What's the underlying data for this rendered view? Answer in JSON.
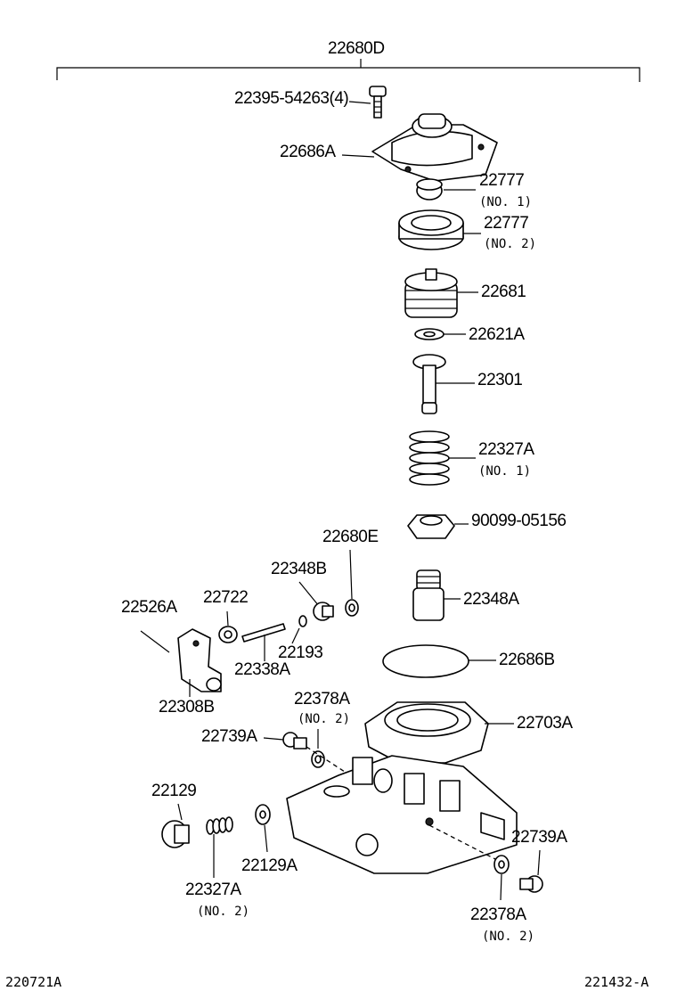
{
  "assembly": {
    "number": "22680D"
  },
  "parts": [
    {
      "id": "p1",
      "number": "22395-54263(4)",
      "qualifier": ""
    },
    {
      "id": "p2",
      "number": "22686A",
      "qualifier": ""
    },
    {
      "id": "p3",
      "number": "22777",
      "qualifier": "(NO. 1)"
    },
    {
      "id": "p4",
      "number": "22777",
      "qualifier": "(NO. 2)"
    },
    {
      "id": "p5",
      "number": "22681",
      "qualifier": ""
    },
    {
      "id": "p6",
      "number": "22621A",
      "qualifier": ""
    },
    {
      "id": "p7",
      "number": "22301",
      "qualifier": ""
    },
    {
      "id": "p8",
      "number": "22327A",
      "qualifier": "(NO. 1)"
    },
    {
      "id": "p9",
      "number": "90099-05156",
      "qualifier": ""
    },
    {
      "id": "p10",
      "number": "22680E",
      "qualifier": ""
    },
    {
      "id": "p11",
      "number": "22348B",
      "qualifier": ""
    },
    {
      "id": "p12",
      "number": "22348A",
      "qualifier": ""
    },
    {
      "id": "p13",
      "number": "22526A",
      "qualifier": ""
    },
    {
      "id": "p14",
      "number": "22722",
      "qualifier": ""
    },
    {
      "id": "p15",
      "number": "22193",
      "qualifier": ""
    },
    {
      "id": "p16",
      "number": "22338A",
      "qualifier": ""
    },
    {
      "id": "p17",
      "number": "22686B",
      "qualifier": ""
    },
    {
      "id": "p18",
      "number": "22308B",
      "qualifier": ""
    },
    {
      "id": "p19",
      "number": "22378A",
      "qualifier": "(NO. 2)"
    },
    {
      "id": "p20",
      "number": "22703A",
      "qualifier": ""
    },
    {
      "id": "p21",
      "number": "22739A",
      "qualifier": ""
    },
    {
      "id": "p22",
      "number": "22129",
      "qualifier": ""
    },
    {
      "id": "p23",
      "number": "22739A",
      "qualifier": ""
    },
    {
      "id": "p24",
      "number": "22129A",
      "qualifier": ""
    },
    {
      "id": "p25",
      "number": "22327A",
      "qualifier": "(NO. 2)"
    },
    {
      "id": "p26",
      "number": "22378A",
      "qualifier": "(NO. 2)"
    }
  ],
  "footer": {
    "left_ref": "220721A",
    "right_ref": "221432-A"
  }
}
